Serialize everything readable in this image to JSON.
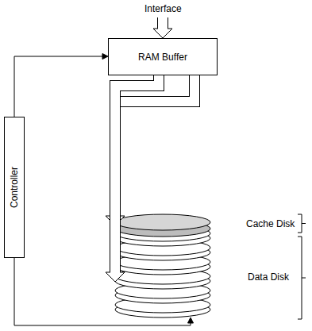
{
  "diagram": {
    "nodes": [
      {
        "text": [
          "RAM Buffer"
        ]
      },
      {
        "text": [
          "Controller"
        ]
      },
      {
        "text": [
          "Cache Disk"
        ]
      },
      {
        "text": [
          "Data Disk"
        ]
      }
    ],
    "edges": [
      {
        "from": 0,
        "to": 2,
        "arrow": "to"
      },
      {
        "from": 0,
        "to": 3,
        "arrow": "to"
      },
      {
        "from": 1,
        "to": 0,
        "arrow": "to"
      },
      {
        "from": 1,
        "to": 3,
        "arrow": "to"
      }
    ],
    "labels": [
      "Interface"
    ]
  }
}
